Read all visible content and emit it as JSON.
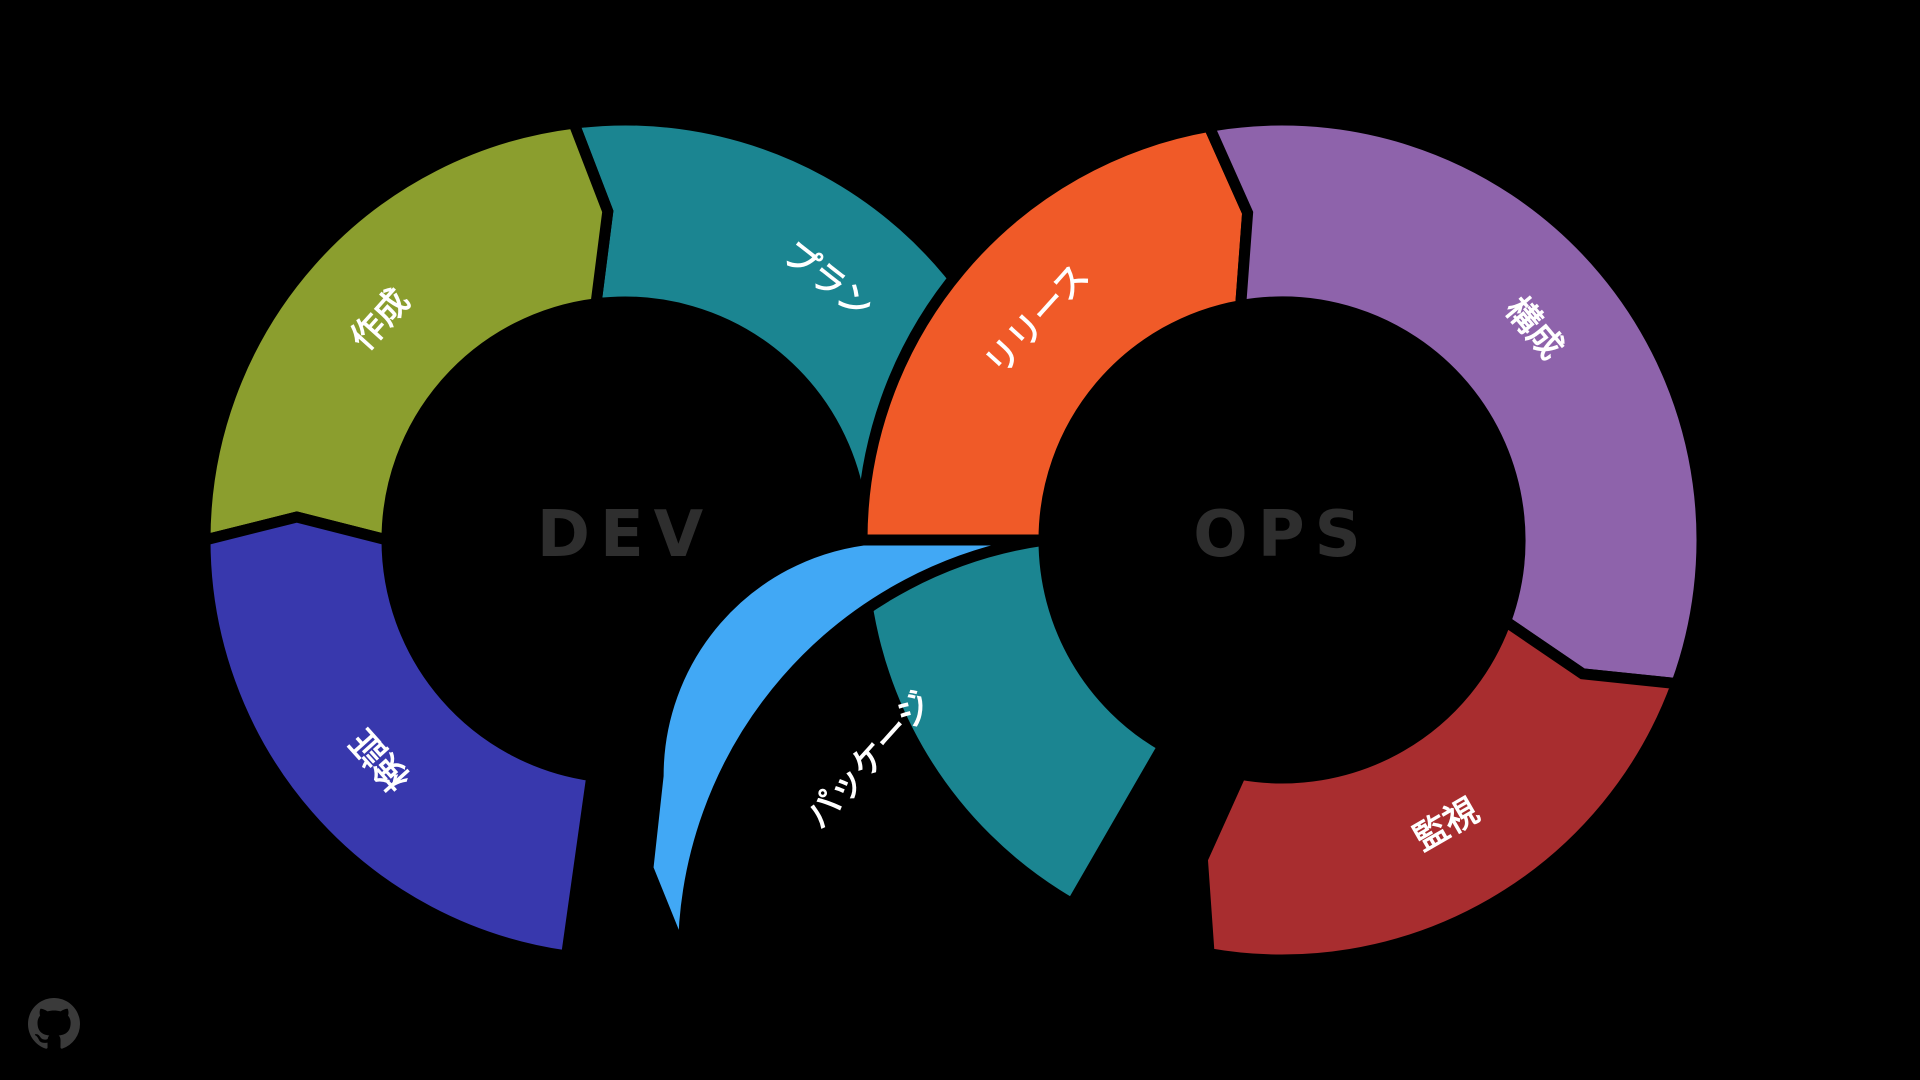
{
  "diagram": {
    "center_labels": {
      "dev": "DEV",
      "ops": "OPS"
    },
    "segments": [
      {
        "id": "plan",
        "label": "プラン",
        "color": "#1b8591"
      },
      {
        "id": "create",
        "label": "作成",
        "color": "#8b9e2e"
      },
      {
        "id": "verify",
        "label": "検証",
        "color": "#3838ad"
      },
      {
        "id": "package",
        "label": "パッケージ",
        "color": "#41a8f5"
      },
      {
        "id": "release",
        "label": "リリース",
        "color": "#f05a28"
      },
      {
        "id": "config",
        "label": "構成",
        "color": "#8e63ab"
      },
      {
        "id": "monitor",
        "label": "監視",
        "color": "#a82d2f"
      }
    ],
    "link_color": "#1b8591"
  },
  "footer": {
    "icon": "github-icon",
    "icon_color": "#3a3a3a"
  }
}
